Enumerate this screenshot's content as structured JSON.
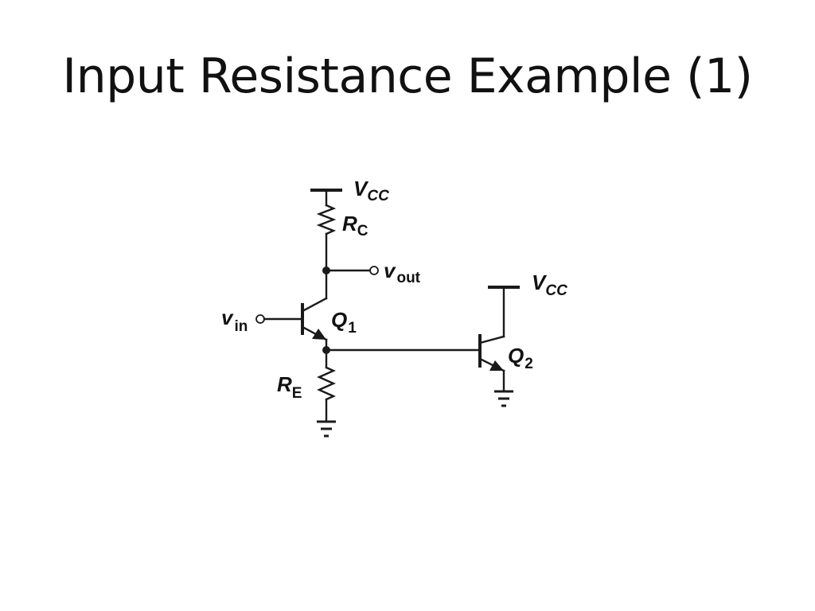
{
  "slide": {
    "title": "Input Resistance Example (1)"
  },
  "circuit": {
    "vcc1": {
      "main": "V",
      "sub": "CC"
    },
    "rc": {
      "main": "R",
      "sub": "C"
    },
    "vout": {
      "main": "v",
      "sub": "out"
    },
    "vin": {
      "main": "v",
      "sub": "in"
    },
    "q1": {
      "main": "Q",
      "sub": "1"
    },
    "re": {
      "main": "R",
      "sub": "E"
    },
    "vcc2": {
      "main": "V",
      "sub": "CC"
    },
    "q2": {
      "main": "Q",
      "sub": "2"
    }
  }
}
